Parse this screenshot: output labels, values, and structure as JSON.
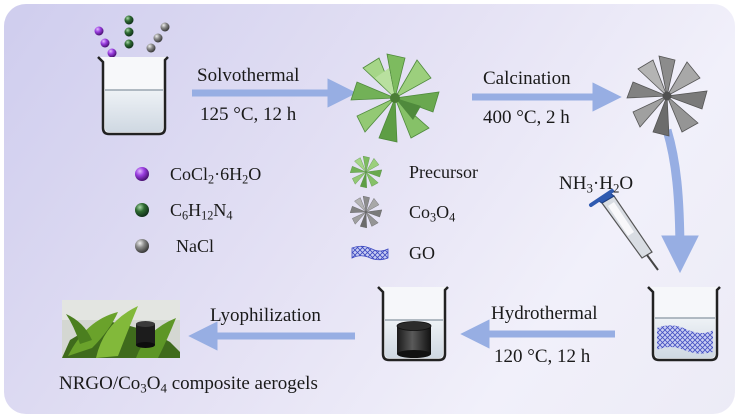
{
  "steps": {
    "solvothermal": {
      "label": "Solvothermal",
      "condition": "125 °C, 12 h"
    },
    "calcination": {
      "label": "Calcination",
      "condition": "400 °C, 2 h"
    },
    "hydrothermal": {
      "label": "Hydrothermal",
      "condition": "120 °C, 12 h"
    },
    "lyophilization": {
      "label": "Lyophilization"
    }
  },
  "reagent": {
    "label": "NH3·H2O"
  },
  "product": {
    "label": "NRGO/Co3O4 composite aerogels"
  },
  "legend": {
    "cocl2": {
      "label": "CoCl2·6H2O",
      "color": "#8a2fc9"
    },
    "hmt": {
      "label": "C6H12N4",
      "color": "#2f6b32"
    },
    "nacl": {
      "label": "NaCl",
      "color": "#7a7a7a"
    },
    "precursor": {
      "label": "Precursor",
      "color": "#7dbb5f"
    },
    "co3o4": {
      "label": "Co3O4",
      "color": "#808080"
    },
    "go": {
      "label": "GO",
      "color": "#4a57c8"
    }
  },
  "colors": {
    "arrow": "#97aee3",
    "panel": "#e4e1f4"
  },
  "icons": [
    "beaker-icon",
    "flower-particle-icon",
    "dropper-icon",
    "aerogel-cylinder-icon",
    "plant-photo"
  ]
}
